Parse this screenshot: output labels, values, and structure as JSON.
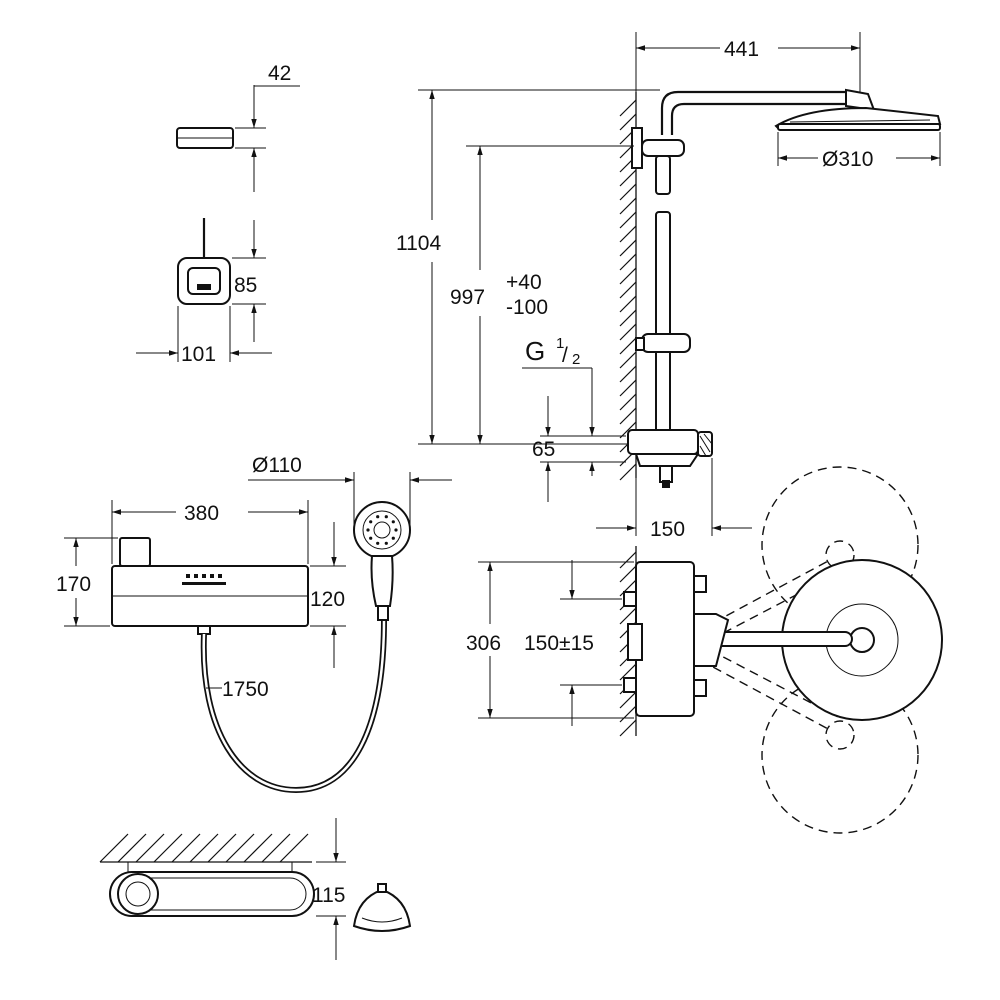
{
  "dimensions": {
    "remote_depth": "42",
    "remote_height": "85",
    "remote_width": "101",
    "overall_height": "1104",
    "rail_height": "997",
    "rail_tolerance_plus": "+40",
    "rail_tolerance_minus": "-100",
    "thread": "G",
    "thread_numerator": "1",
    "thread_denominator": "2",
    "thermostat_height": "65",
    "arm_projection": "441",
    "head_diameter": "Ø310",
    "thermostat_depth": "150",
    "hand_shower_diameter": "Ø110",
    "thermostat_width": "380",
    "thermostat_total_height": "170",
    "thermostat_body_height": "120",
    "hose_length": "1750",
    "connection_span": "306",
    "connection_spacing": "150±15",
    "shelf_depth": "115"
  },
  "colors": {
    "line": "#111111",
    "fill": "#ffffff",
    "accent": "#333333"
  }
}
